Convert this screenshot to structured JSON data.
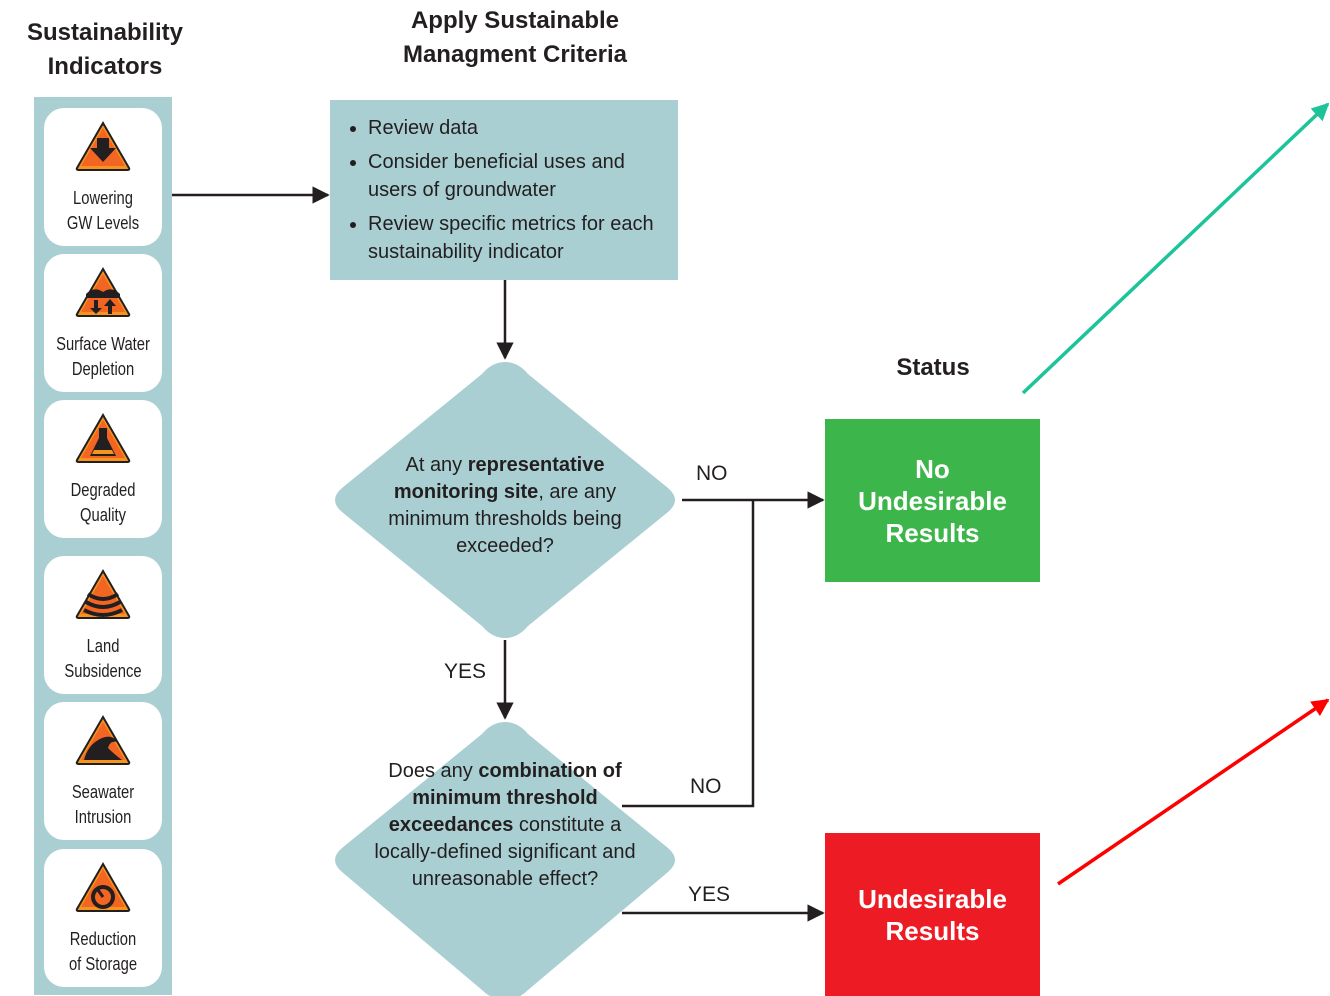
{
  "headers": {
    "indicators": "Sustainability\nIndicators",
    "criteria": "Apply Sustainable\nManagment Criteria",
    "status": "Status"
  },
  "indicators": [
    {
      "label": "Lowering\nGW Levels",
      "icon": "lowering-gw-levels-icon"
    },
    {
      "label": "Surface Water\nDepletion",
      "icon": "surface-water-depletion-icon"
    },
    {
      "label": "Degraded\nQuality",
      "icon": "degraded-quality-icon"
    },
    {
      "label": "Land\nSubsidence",
      "icon": "land-subsidence-icon"
    },
    {
      "label": "Seawater\nIntrusion",
      "icon": "seawater-intrusion-icon"
    },
    {
      "label": "Reduction\nof Storage",
      "icon": "reduction-of-storage-icon"
    }
  ],
  "criteria_box": {
    "items": [
      "Review data",
      "Consider beneficial uses and users of groundwater",
      "Review specific metrics for each sustainability indicator"
    ]
  },
  "decision1": {
    "pre": "At any ",
    "bold": "representative monitoring site",
    "post": ", are any minimum thresholds being exceeded?"
  },
  "decision2": {
    "pre": "Does any ",
    "bold": "combination of minimum threshold exceedances",
    "post": " constitute a locally-defined significant and unreasonable effect?"
  },
  "labels": {
    "no1": "NO",
    "yes1": "YES",
    "no2": "NO",
    "yes2": "YES"
  },
  "status_boxes": {
    "no_undesirable": "No\nUndesirable\nResults",
    "undesirable": "Undesirable\nResults"
  },
  "colors": {
    "panel": "#a9cfd2",
    "green": "#3cb64a",
    "red": "#ed1c24",
    "teal_arrow": "#1dc49a",
    "red_arrow": "#ff0000",
    "icon_orange": "#f26522"
  }
}
